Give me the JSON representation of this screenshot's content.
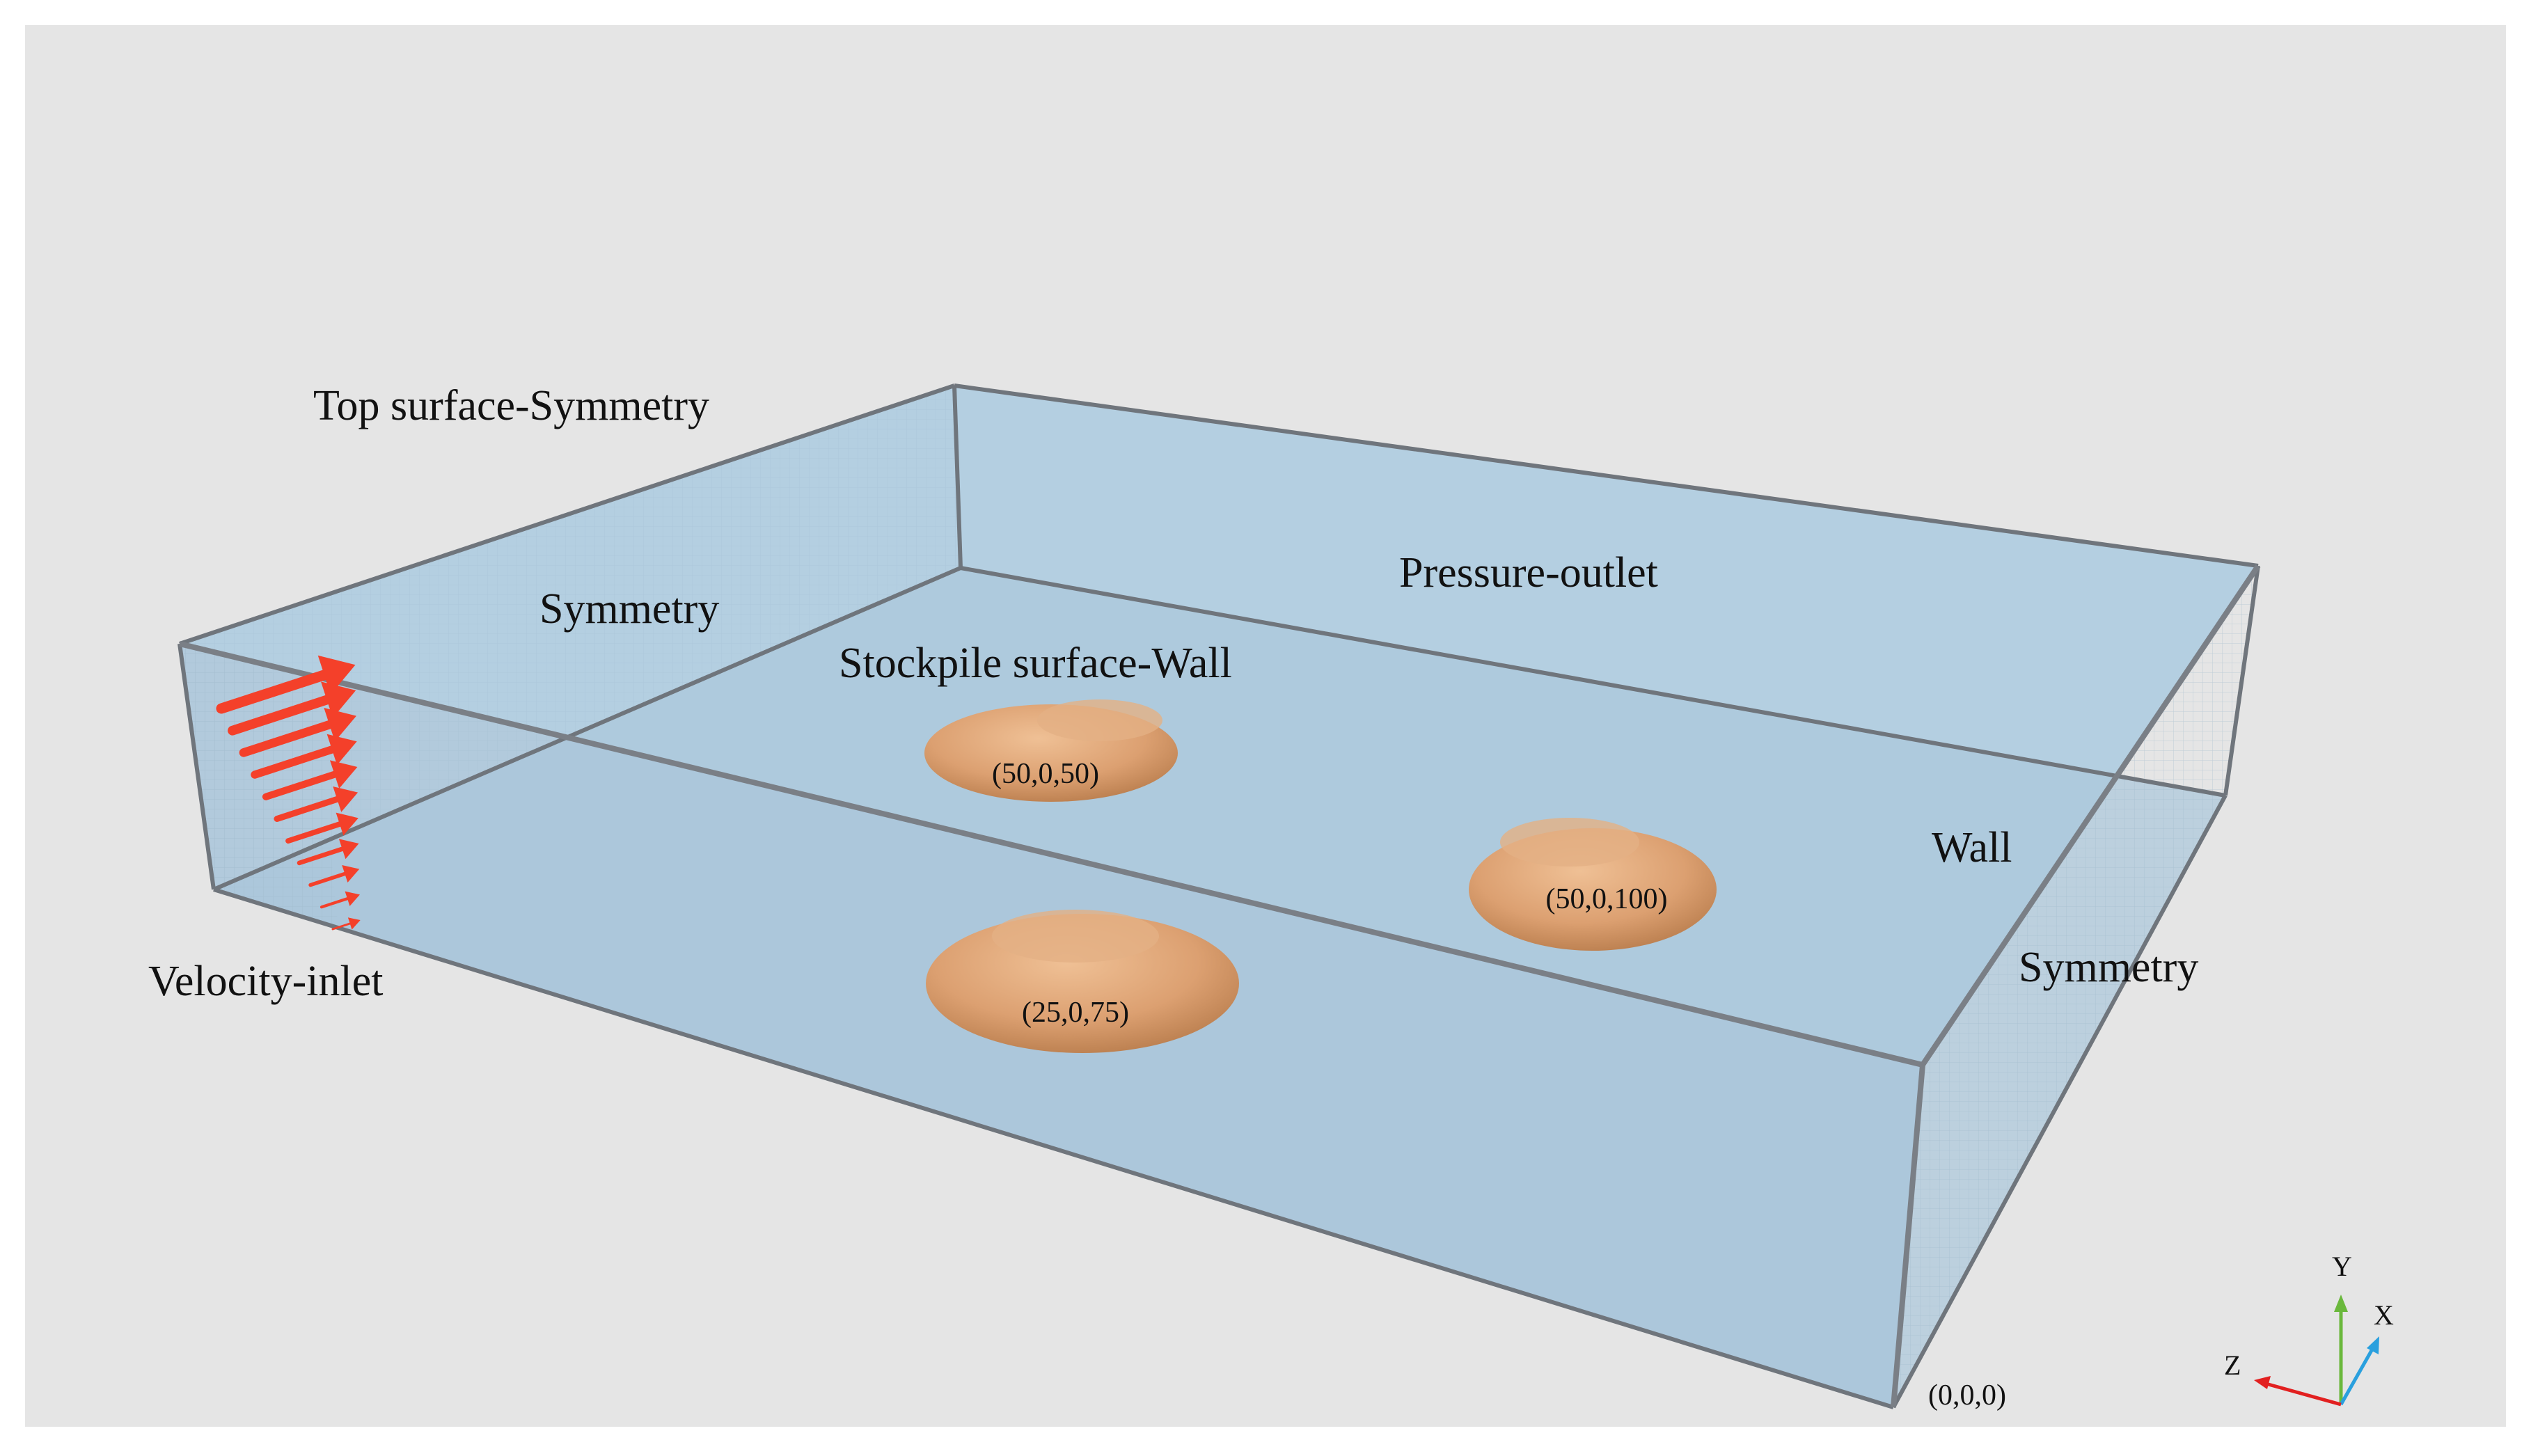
{
  "labels": {
    "top_surface": "Top surface-Symmetry",
    "symmetry_back": "Symmetry",
    "pressure_outlet": "Pressure-outlet",
    "stockpile_surface": "Stockpile surface-Wall",
    "wall": "Wall",
    "symmetry_right": "Symmetry",
    "velocity_inlet": "Velocity-inlet",
    "origin": "(0,0,0)"
  },
  "stockpiles": [
    {
      "label": "(50,0,50)"
    },
    {
      "label": "(50,0,100)"
    },
    {
      "label": "(25,0,75)"
    }
  ],
  "axes": {
    "x": "X",
    "y": "Y",
    "z": "Z"
  },
  "colors": {
    "background": "#e5e5e5",
    "fluid": "#b0ccdf",
    "frame": "#6f757c",
    "sand": "#dca071",
    "arrow": "#f4402a",
    "axis_x": "#2aa0de",
    "axis_y": "#6ab83c",
    "axis_z": "#e22020"
  }
}
